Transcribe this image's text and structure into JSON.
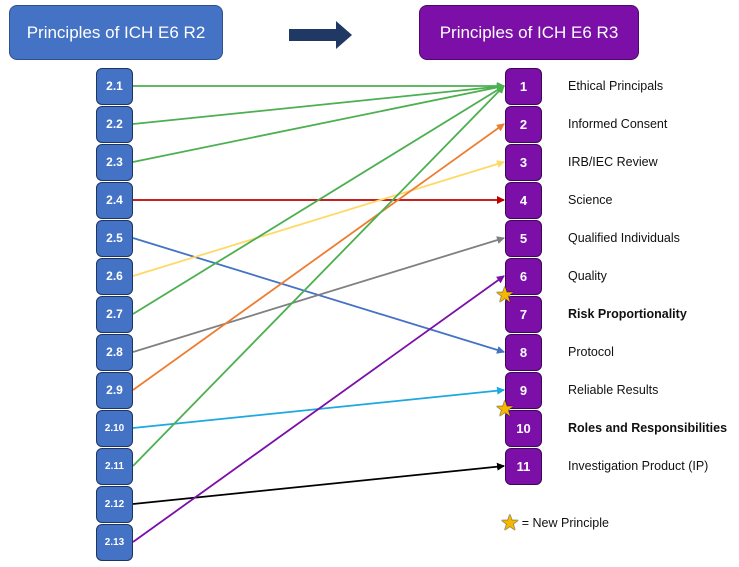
{
  "header": {
    "left_title": "Principles of ICH E6 R2",
    "right_title": "Principles of ICH E6 R3"
  },
  "left_items": [
    "2.1",
    "2.2",
    "2.3",
    "2.4",
    "2.5",
    "2.6",
    "2.7",
    "2.8",
    "2.9",
    "2.10",
    "2.11",
    "2.12",
    "2.13"
  ],
  "right_items": [
    {
      "num": "1",
      "label": "Ethical Principals",
      "new": false
    },
    {
      "num": "2",
      "label": "Informed Consent",
      "new": false
    },
    {
      "num": "3",
      "label": "IRB/IEC Review",
      "new": false
    },
    {
      "num": "4",
      "label": "Science",
      "new": false
    },
    {
      "num": "5",
      "label": "Qualified Individuals",
      "new": false
    },
    {
      "num": "6",
      "label": "Quality",
      "new": false
    },
    {
      "num": "7",
      "label": "Risk Proportionality",
      "new": true
    },
    {
      "num": "8",
      "label": "Protocol",
      "new": false
    },
    {
      "num": "9",
      "label": "Reliable Results",
      "new": false
    },
    {
      "num": "10",
      "label": "Roles and Responsibilities",
      "new": true
    },
    {
      "num": "11",
      "label": "Investigation Product (IP)",
      "new": false
    }
  ],
  "mappings": [
    {
      "from": "2.1",
      "to": "1",
      "color": "#4CAF50"
    },
    {
      "from": "2.2",
      "to": "1",
      "color": "#4CAF50"
    },
    {
      "from": "2.3",
      "to": "1",
      "color": "#4CAF50"
    },
    {
      "from": "2.4",
      "to": "4",
      "color": "#C00000"
    },
    {
      "from": "2.5",
      "to": "8",
      "color": "#4472C4"
    },
    {
      "from": "2.6",
      "to": "3",
      "color": "#FFD966"
    },
    {
      "from": "2.7",
      "to": "1",
      "color": "#4CAF50"
    },
    {
      "from": "2.8",
      "to": "5",
      "color": "#808080"
    },
    {
      "from": "2.9",
      "to": "2",
      "color": "#ED7D31"
    },
    {
      "from": "2.10",
      "to": "9",
      "color": "#1CA8E0"
    },
    {
      "from": "2.11",
      "to": "1",
      "color": "#4CAF50"
    },
    {
      "from": "2.12",
      "to": "11",
      "color": "#000000"
    },
    {
      "from": "2.13",
      "to": "6",
      "color": "#7B0FA8"
    }
  ],
  "legend": {
    "text": "= New Principle"
  },
  "colors": {
    "r2": "#4472C4",
    "r3": "#7B0FA8",
    "arrow": "#1F3864",
    "star": "#F5B800"
  }
}
